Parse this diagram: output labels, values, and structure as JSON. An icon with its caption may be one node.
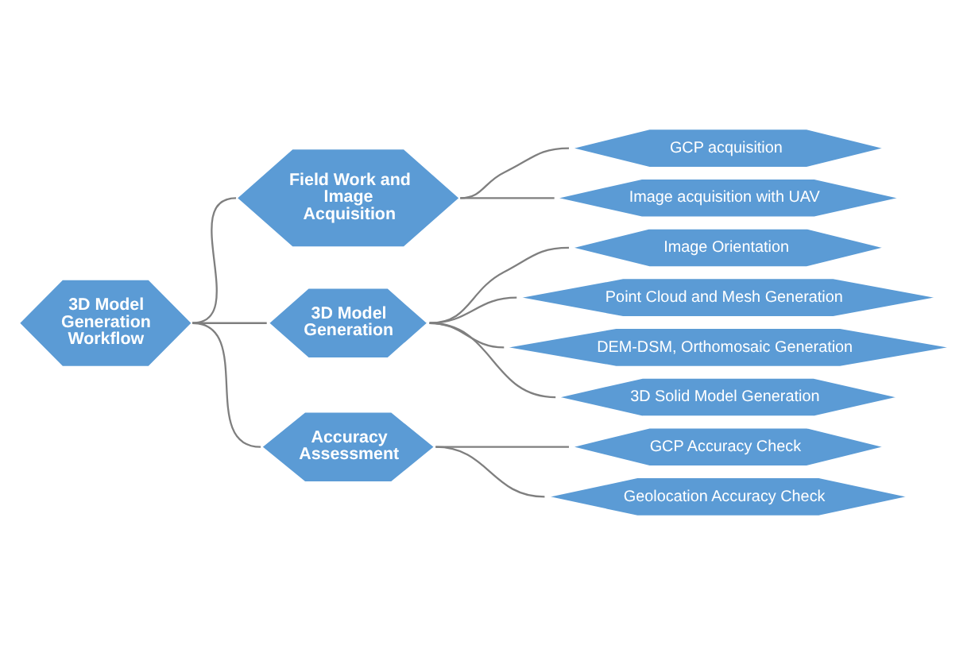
{
  "diagram": {
    "nodes": [
      {
        "text": [
          "3D Model Generation Workflow"
        ]
      },
      {
        "text": [
          "Field Work and Image Acquisition"
        ]
      },
      {
        "text": [
          "3D Model Generation"
        ]
      },
      {
        "text": [
          "Accuracy Assessment"
        ]
      },
      {
        "text": [
          "GCP acquisition"
        ]
      },
      {
        "text": [
          "Image acquisition with UAV"
        ]
      },
      {
        "text": [
          "Image Orientation"
        ]
      },
      {
        "text": [
          "Point Cloud and Mesh Generation"
        ]
      },
      {
        "text": [
          "DEM-DSM, Orthomosaic Generation"
        ]
      },
      {
        "text": [
          "3D Solid Model Generation"
        ]
      },
      {
        "text": [
          "GCP Accuracy Check"
        ]
      },
      {
        "text": [
          "Geolocation Accuracy Check"
        ]
      }
    ],
    "edges": [
      {
        "from": 0,
        "to": 1,
        "arrow": "none"
      },
      {
        "from": 0,
        "to": 2,
        "arrow": "none"
      },
      {
        "from": 0,
        "to": 3,
        "arrow": "none"
      },
      {
        "from": 1,
        "to": 4,
        "arrow": "none"
      },
      {
        "from": 1,
        "to": 5,
        "arrow": "none"
      },
      {
        "from": 2,
        "to": 6,
        "arrow": "none"
      },
      {
        "from": 2,
        "to": 7,
        "arrow": "none"
      },
      {
        "from": 2,
        "to": 8,
        "arrow": "none"
      },
      {
        "from": 2,
        "to": 9,
        "arrow": "none"
      },
      {
        "from": 3,
        "to": 10,
        "arrow": "none"
      },
      {
        "from": 3,
        "to": 11,
        "arrow": "none"
      }
    ]
  }
}
